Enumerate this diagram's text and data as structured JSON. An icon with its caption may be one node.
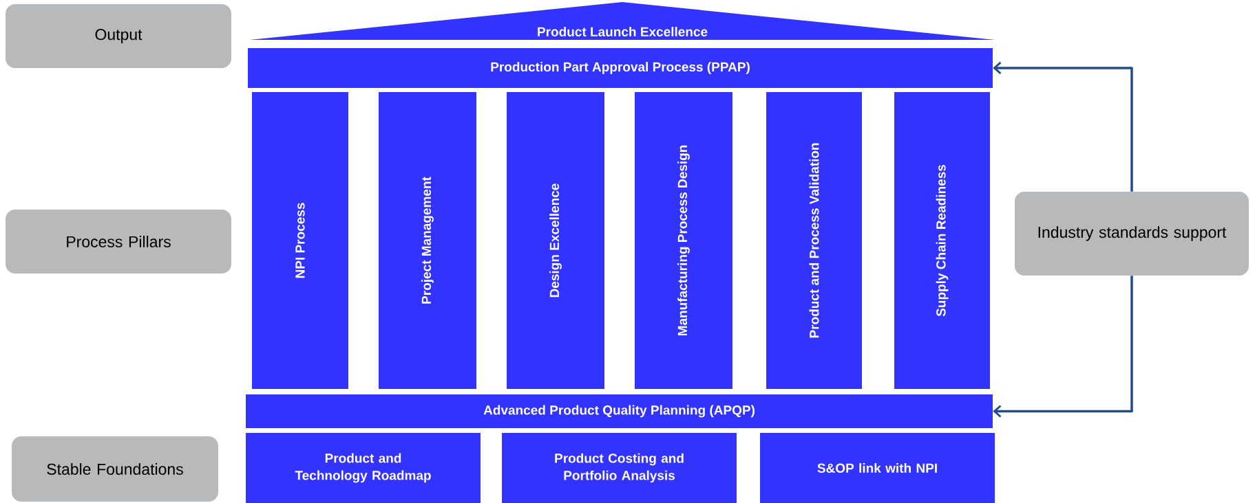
{
  "diagram": {
    "nodes": [
      {
        "text": [
          "Output"
        ]
      },
      {
        "text": [
          "Process Pillars"
        ]
      },
      {
        "text": [
          "Stable Foundations"
        ]
      },
      {
        "text": [
          "Product Launch Excellence"
        ]
      },
      {
        "text": [
          "Production Part Approval Process (PPAP)"
        ]
      },
      {
        "text": [
          "NPI Process"
        ]
      },
      {
        "text": [
          "Project Management"
        ]
      },
      {
        "text": [
          "Design Excellence"
        ]
      },
      {
        "text": [
          "Manufacturing Process Design"
        ]
      },
      {
        "text": [
          "Product and Process Validation"
        ]
      },
      {
        "text": [
          "Supply Chain Readiness"
        ]
      },
      {
        "text": [
          "Advanced Product Quality Planning (APQP)"
        ]
      },
      {
        "text": [
          "Product and Technology Roadmap"
        ]
      },
      {
        "text": [
          "Product Costing and Portfolio Analysis"
        ]
      },
      {
        "text": [
          "S&OP link with NPI"
        ]
      },
      {
        "text": [
          "Industry standards support"
        ]
      }
    ],
    "edges": [
      {
        "from": 15,
        "to": 4,
        "arrow": "to"
      },
      {
        "from": 15,
        "to": 11,
        "arrow": "to"
      }
    ]
  }
}
